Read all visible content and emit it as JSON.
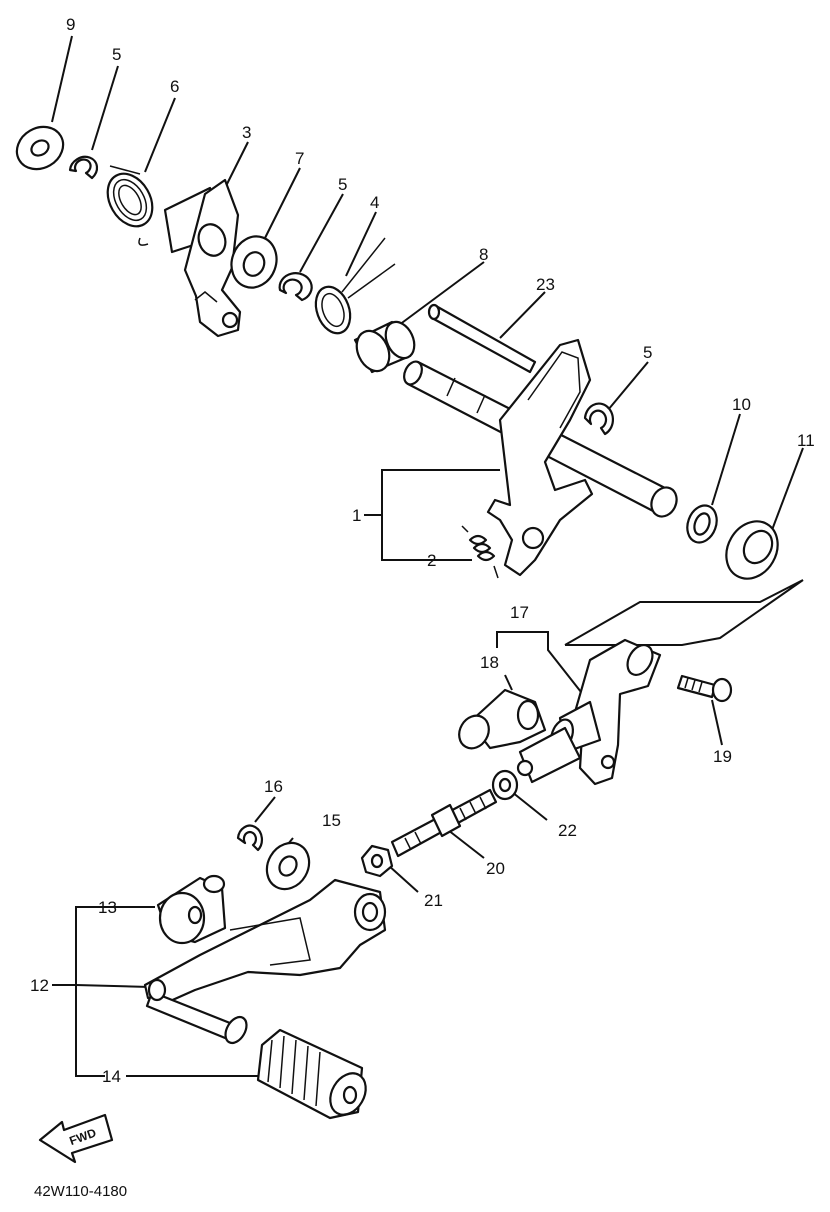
{
  "diagram": {
    "code": "42W110-4180",
    "fwd": "FWD",
    "callouts": {
      "c1": "1",
      "c2": "2",
      "c3": "3",
      "c4": "4",
      "c5a": "5",
      "c5b": "5",
      "c5c": "5",
      "c6": "6",
      "c7": "7",
      "c8": "8",
      "c9": "9",
      "c10": "10",
      "c11": "11",
      "c12": "12",
      "c13": "13",
      "c14": "14",
      "c15": "15",
      "c16": "16",
      "c17": "17",
      "c18": "18",
      "c19": "19",
      "c20": "20",
      "c21": "21",
      "c22": "22",
      "c23": "23"
    }
  }
}
